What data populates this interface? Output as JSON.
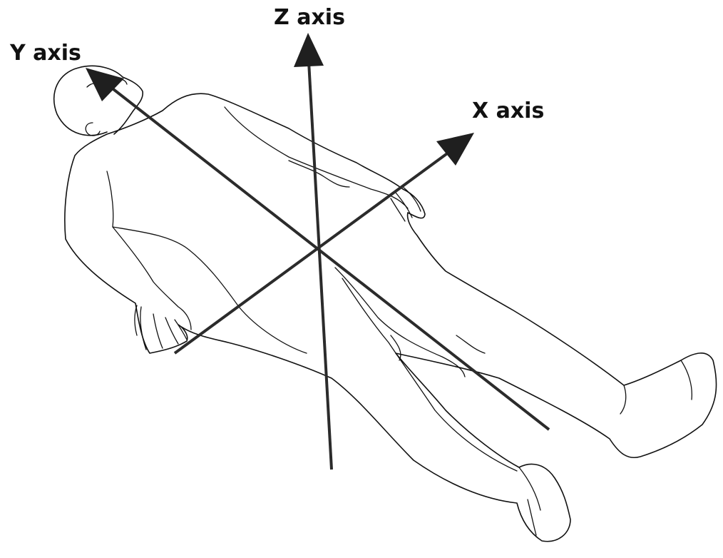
{
  "axes": {
    "x": {
      "label": "X axis"
    },
    "y": {
      "label": "Y axis"
    },
    "z": {
      "label": "Z axis"
    }
  },
  "colors": {
    "axis": "#2b2b2b",
    "outline": "#111111",
    "background": "#ffffff"
  }
}
